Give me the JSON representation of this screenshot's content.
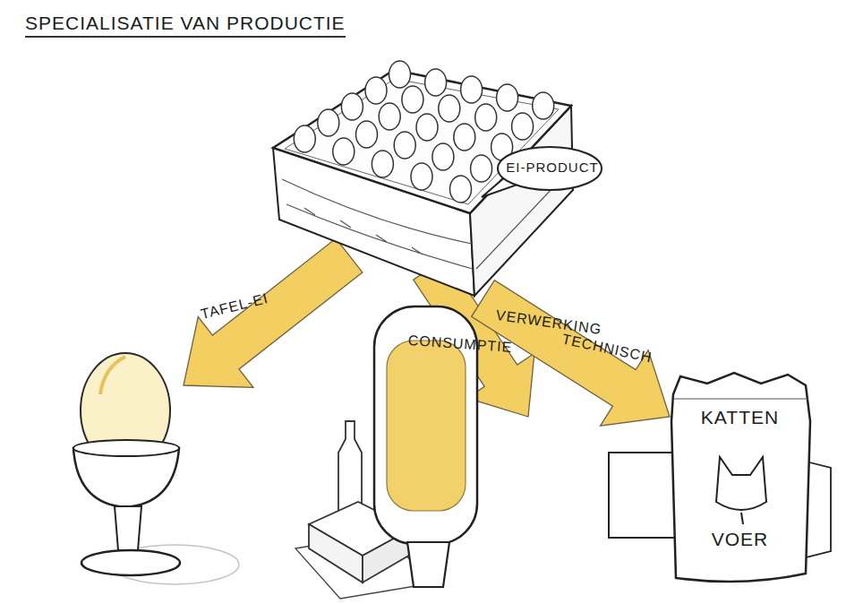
{
  "diagram": {
    "title": "SPECIALISATIE VAN PRODUCTIE",
    "nodes": [
      {
        "text": [
          "EI-PRODUCT"
        ]
      },
      {
        "text": [
          "KATTEN",
          "VOER"
        ]
      }
    ],
    "edges": [
      {
        "from": 0,
        "to": 1,
        "arrow": "to",
        "label": "TECHNISCH"
      }
    ],
    "labels": [
      "TAFEL-EI",
      "VERWERKING",
      "CONSUMPTIE"
    ]
  }
}
